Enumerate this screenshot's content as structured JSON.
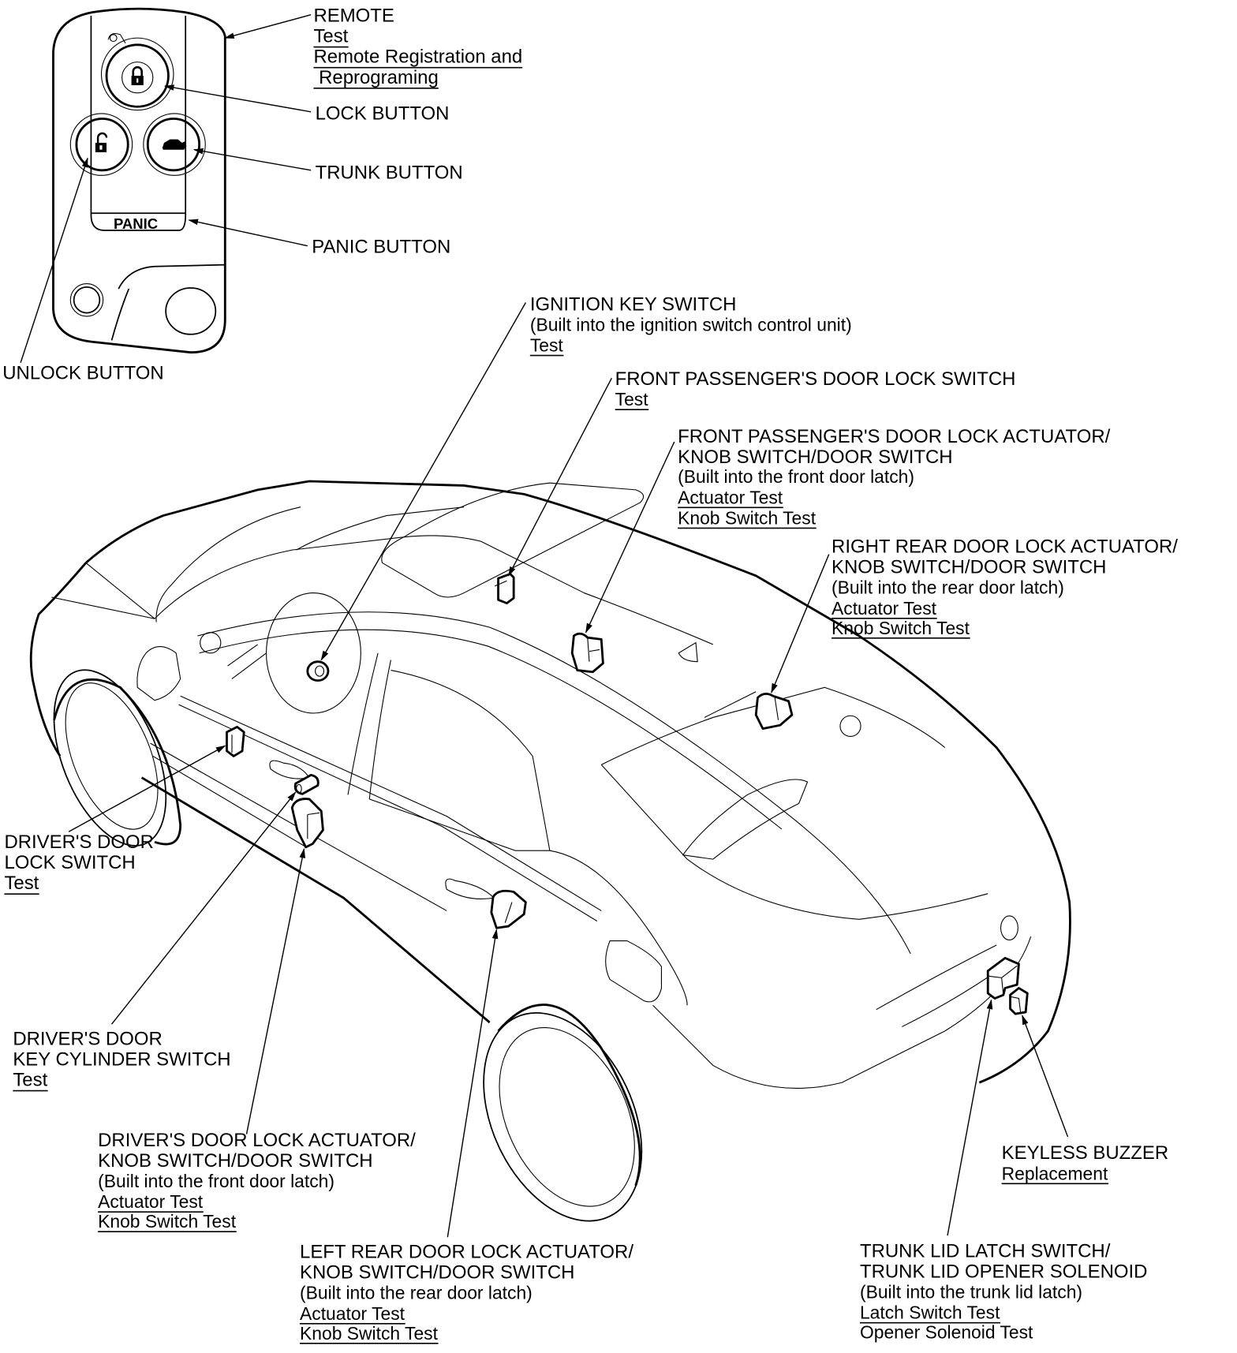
{
  "remote": {
    "panic_key_label": "PANIC",
    "callouts": {
      "remote": {
        "title": "REMOTE",
        "links": [
          "Test",
          "Remote Registration and",
          " Reprograming"
        ]
      },
      "lock_button": {
        "title": "LOCK BUTTON"
      },
      "trunk_button": {
        "title": "TRUNK BUTTON"
      },
      "panic_button": {
        "title": "PANIC BUTTON"
      },
      "unlock_button": {
        "title": "UNLOCK BUTTON"
      }
    },
    "icons": {
      "lock": "padlock-closed-icon",
      "unlock": "padlock-open-icon",
      "trunk": "car-trunk-icon"
    }
  },
  "components": {
    "ignition_key_switch": {
      "lines": [
        "IGNITION KEY SWITCH",
        "(Built into the ignition switch control unit)"
      ],
      "links": [
        "Test"
      ]
    },
    "front_passenger_door_lock_switch": {
      "lines": [
        "FRONT PASSENGER'S DOOR LOCK SWITCH"
      ],
      "links": [
        "Test"
      ]
    },
    "front_passenger_door_lock_actuator": {
      "lines": [
        "FRONT PASSENGER'S DOOR LOCK ACTUATOR/",
        "KNOB SWITCH/DOOR SWITCH",
        "(Built into the front door latch)"
      ],
      "links": [
        "Actuator Test",
        "Knob Switch Test"
      ]
    },
    "right_rear_door_lock_actuator": {
      "lines": [
        "RIGHT REAR DOOR LOCK ACTUATOR/",
        "KNOB SWITCH/DOOR SWITCH",
        "(Built into the rear door latch)"
      ],
      "links": [
        "Actuator Test",
        "Knob Switch Test"
      ]
    },
    "drivers_door_lock_switch": {
      "lines": [
        "DRIVER'S DOOR",
        "LOCK SWITCH"
      ],
      "links": [
        "Test"
      ]
    },
    "drivers_door_key_cylinder_switch": {
      "lines": [
        "DRIVER'S DOOR",
        "KEY CYLINDER SWITCH"
      ],
      "links": [
        "Test"
      ]
    },
    "drivers_door_lock_actuator": {
      "lines": [
        "DRIVER'S DOOR LOCK ACTUATOR/",
        "KNOB SWITCH/DOOR SWITCH",
        "(Built into the front door latch)"
      ],
      "links": [
        "Actuator Test",
        "Knob Switch Test"
      ]
    },
    "left_rear_door_lock_actuator": {
      "lines": [
        "LEFT REAR DOOR LOCK ACTUATOR/",
        "KNOB SWITCH/DOOR SWITCH",
        "(Built into the rear door latch)"
      ],
      "links": [
        "Actuator Test",
        "Knob Switch Test"
      ]
    },
    "keyless_buzzer": {
      "lines": [
        "KEYLESS BUZZER"
      ],
      "links": [
        "Replacement"
      ]
    },
    "trunk_lid_latch_switch": {
      "lines": [
        "TRUNK LID LATCH SWITCH/",
        "TRUNK LID OPENER SOLENOID",
        "(Built into the trunk lid latch)"
      ],
      "links": [
        "Latch Switch Test",
        "Opener Solenoid Test"
      ]
    }
  }
}
